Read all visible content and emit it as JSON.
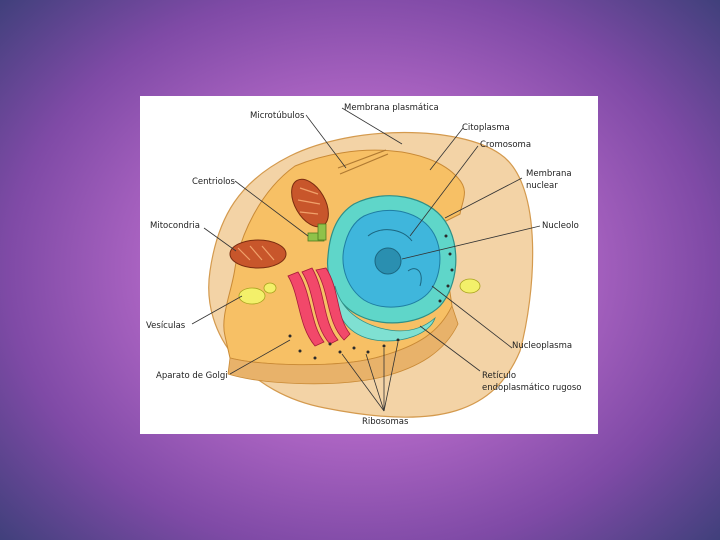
{
  "diagram": {
    "labels": {
      "microtubulos": "Microtúbulos",
      "membrana_plasmatica": "Membrana plasmática",
      "citoplasma": "Citoplasma",
      "cromosoma": "Cromosoma",
      "centriolos": "Centriolos",
      "membrana_nuclear_1": "Membrana",
      "membrana_nuclear_2": "nuclear",
      "mitocondria": "Mitocondria",
      "nucleolo": "Nucleolo",
      "vesiculas": "Vesículas",
      "nucleoplasma": "Nucleoplasma",
      "aparato_golgi": "Aparato de Golgi",
      "reticulo_1": "Retículo",
      "reticulo_2": "endoplasmático rugoso",
      "ribosomas": "Ribosomas"
    },
    "colors": {
      "cytoplasm": "#f7c065",
      "membrane": "#f3d3a6",
      "nucleus_envelope": "#5fd6c9",
      "nucleoplasm": "#3fb6dc",
      "nucleolus": "#2a8fb0",
      "mitochondria": "#c8562b",
      "golgi": "#f2486a",
      "vesicles": "#f3f06a",
      "ribosomes": "#2b2b2b"
    }
  }
}
